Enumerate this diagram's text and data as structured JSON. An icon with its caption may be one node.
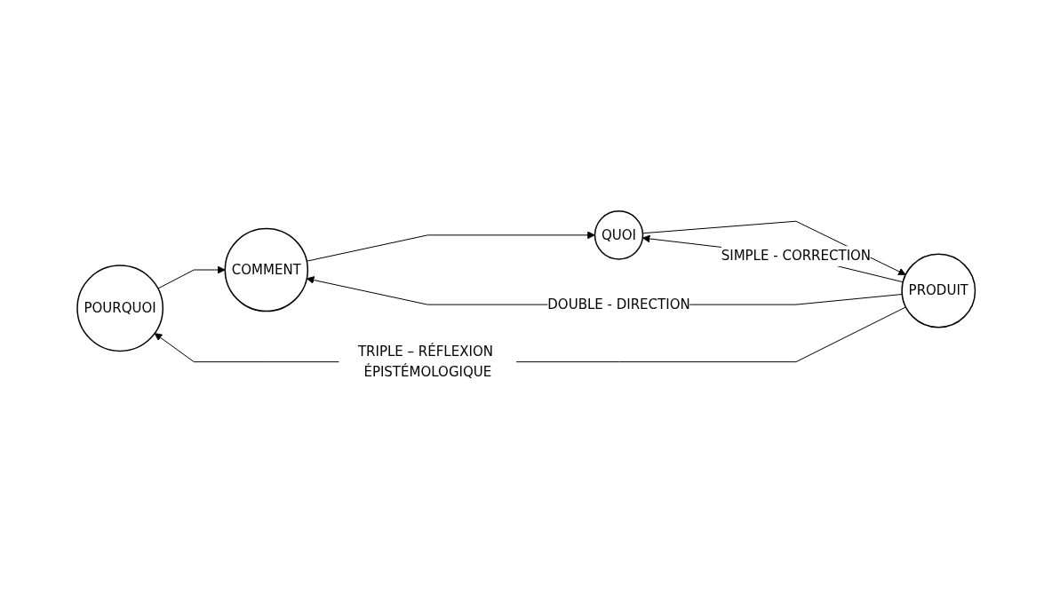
{
  "diagram": {
    "nodes": [
      {
        "text": [
          "POURQUOI"
        ]
      },
      {
        "text": [
          "COMMENT"
        ]
      },
      {
        "text": [
          "QUOI"
        ]
      },
      {
        "text": [
          "PRODUIT"
        ]
      }
    ],
    "edges": [
      {
        "from": 0,
        "to": 1,
        "arrow": "to"
      },
      {
        "from": 1,
        "to": 2,
        "arrow": "to"
      },
      {
        "from": 2,
        "to": 3,
        "arrow": "to"
      },
      {
        "from": 3,
        "to": 2,
        "arrow": "to",
        "label": "SIMPLE - CORRECTION"
      },
      {
        "from": 3,
        "to": 1,
        "arrow": "to",
        "label": "DOUBLE - DIRECTION"
      },
      {
        "from": 3,
        "to": 0,
        "arrow": "to",
        "label": "TRIPLE – RÉFLEXION ÉPISTÉMOLOGIQUE"
      }
    ]
  }
}
